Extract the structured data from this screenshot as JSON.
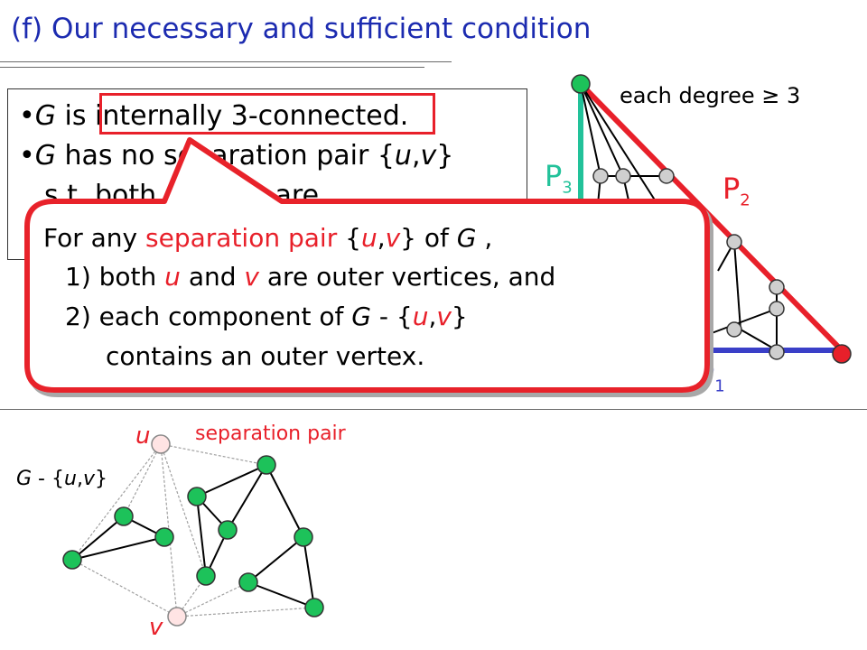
{
  "title": "(f) Our necessary and sufficient condition",
  "conditions": {
    "line1": {
      "bullet": "•",
      "g": "G",
      "text_a": " is ",
      "highlight": "internally 3-connected."
    },
    "line2": {
      "bullet": "•",
      "g": "G",
      "text_a": " has no separation pair {",
      "u": "u",
      "comma": ",",
      "v": "v",
      "text_b": "}"
    },
    "line3": {
      "text": "s.t. both u and v are"
    }
  },
  "overlay": {
    "l1": {
      "a": "For any ",
      "red": "separation pair",
      "b": " {",
      "u": "u",
      "comma": ",",
      "v": "v",
      "c": "} of ",
      "g": "G",
      "d": " ,"
    },
    "l2": {
      "a": "1) both ",
      "u": "u",
      "b": " and ",
      "v": "v",
      "c": " are outer vertices, and"
    },
    "l3": {
      "a": "2) each component of ",
      "g": "G",
      "b": " - {",
      "u": "u",
      "comma": ",",
      "v": "v",
      "c": "}"
    },
    "l4": {
      "a": "contains an outer vertex."
    }
  },
  "graph_right": {
    "degree_label": "each degree ≥ 3",
    "p1": {
      "p": "P",
      "sub": "1"
    },
    "p2": {
      "p": "P",
      "sub": "2"
    },
    "p3": {
      "p": "P",
      "sub": "3"
    }
  },
  "graph_bottom": {
    "sep_label": "separation pair",
    "u_label": "u",
    "v_label": "v",
    "gminus": {
      "g": "G",
      "a": " - {",
      "u": "u",
      "comma": ",",
      "v": "v",
      "b": "}"
    }
  },
  "colors": {
    "title": "#1c2bb0",
    "red": "#e8202a",
    "teal": "#22c29a",
    "blue": "#3a3fc8",
    "node_green": "#1dc25a",
    "node_gray": "#cfcfcf",
    "separation_label": "#e8202a"
  }
}
